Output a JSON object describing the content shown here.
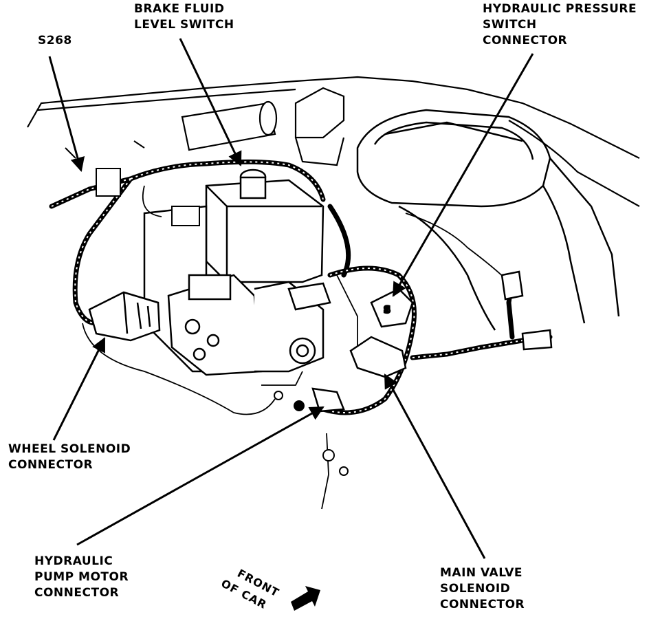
{
  "labels": {
    "s268": "S268",
    "brake_fluid": [
      "BRAKE FLUID",
      "LEVEL SWITCH"
    ],
    "hydraulic_pressure": [
      "HYDRAULIC PRESSURE",
      "SWITCH",
      "CONNECTOR"
    ],
    "wheel_solenoid": [
      "WHEEL SOLENOID",
      "CONNECTOR"
    ],
    "hydraulic_pump": [
      "HYDRAULIC",
      "PUMP MOTOR",
      "CONNECTOR"
    ],
    "main_valve": [
      "MAIN VALVE",
      "SOLENOID",
      "CONNECTOR"
    ],
    "front_of_car": [
      "FRONT",
      "OF CAR"
    ]
  },
  "colors": {
    "ink": "#000000",
    "paper": "#ffffff"
  }
}
